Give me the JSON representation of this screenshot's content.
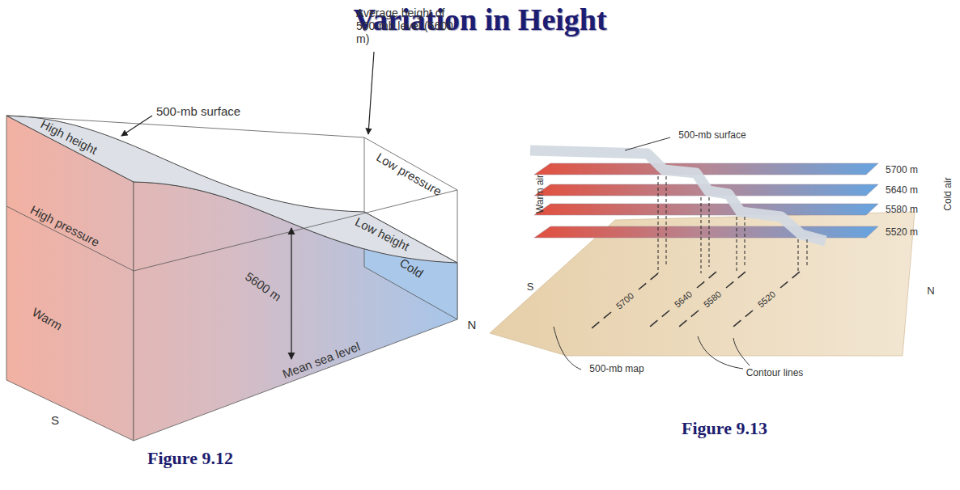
{
  "diagram": {
    "title": "Variation in Height",
    "labels": [
      "Average height of 500-mb level (5600 m)",
      "500-mb surface",
      "High height",
      "Low pressure",
      "High pressure",
      "Low height",
      "5600 m",
      "Warm",
      "Cold",
      "N",
      "Mean sea level",
      "S",
      "Figure 9.12",
      "500-mb surface",
      "Warm air",
      "Cold air",
      "5700 m",
      "5640 m",
      "5580 m",
      "5520 m",
      "S",
      "N",
      "5700",
      "5640",
      "5580",
      "5520",
      "500-mb map",
      "Contour lines",
      "Figure 9.13"
    ]
  }
}
